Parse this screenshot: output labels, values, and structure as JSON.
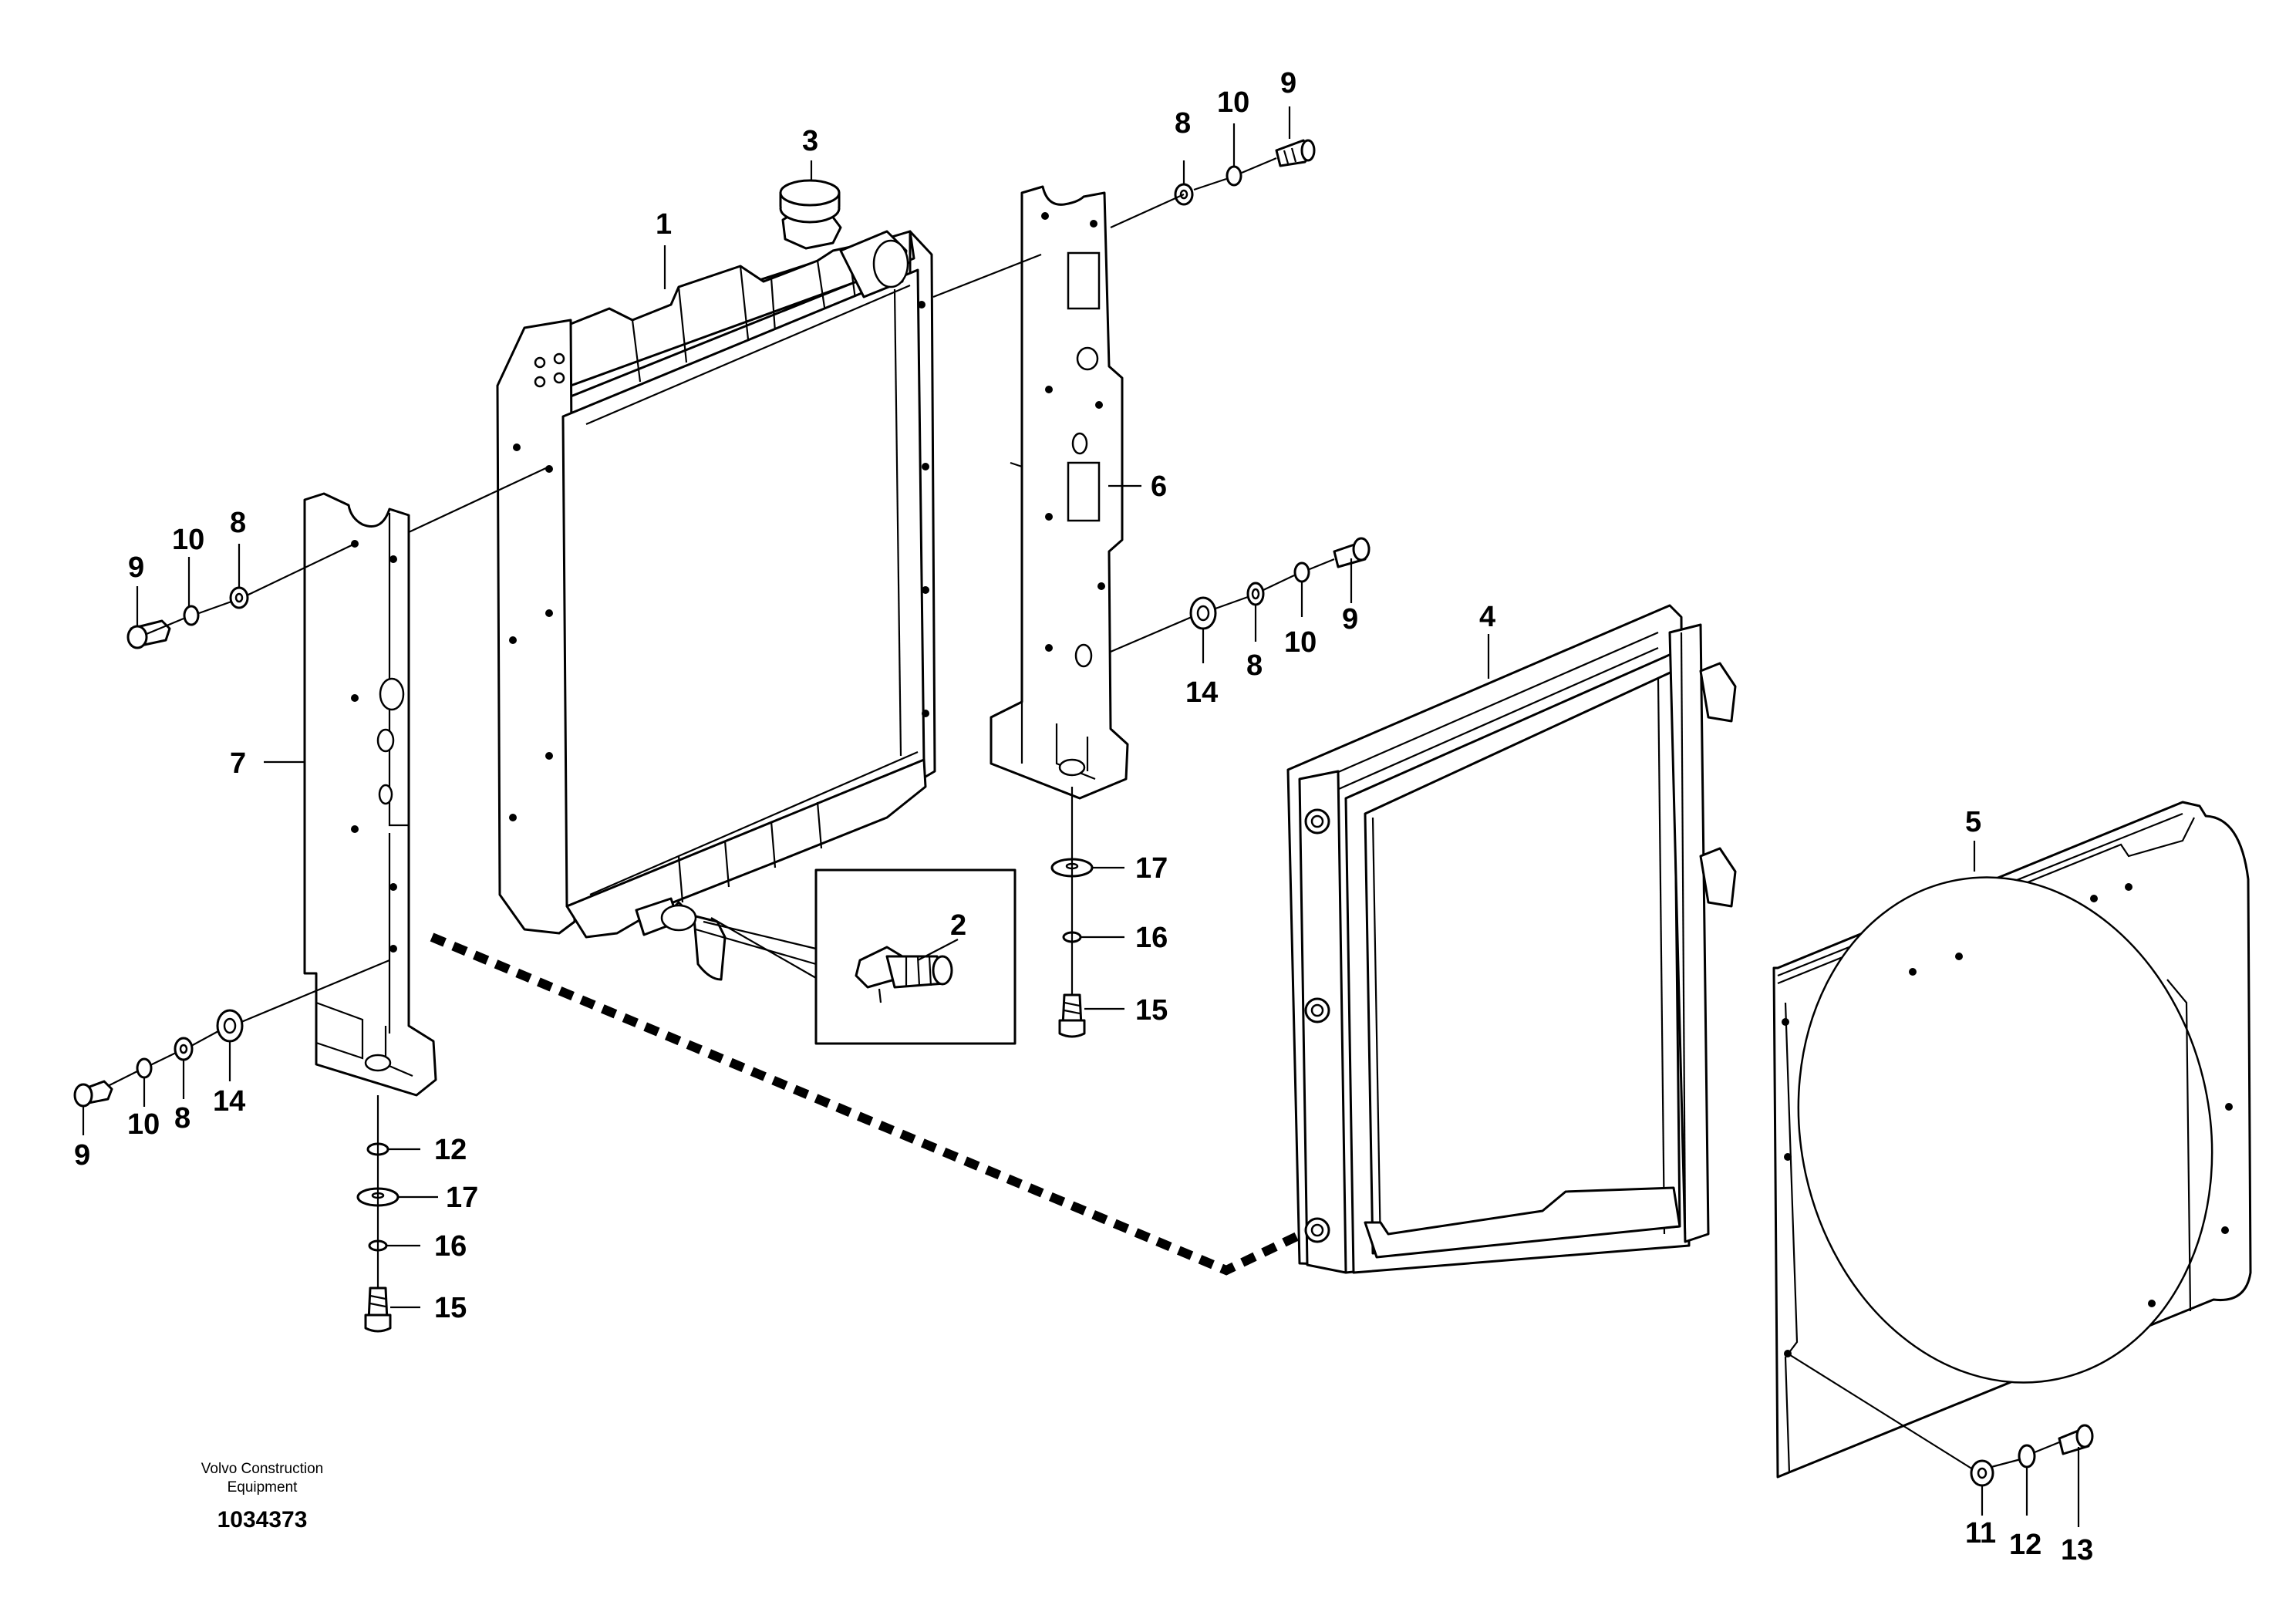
{
  "callouts": {
    "c1": "1",
    "c2": "2",
    "c3": "3",
    "c4": "4",
    "c5": "5",
    "c6": "6",
    "c7": "7",
    "c8a": "8",
    "c10a": "10",
    "c9a": "9",
    "c9b": "9",
    "c10b": "10",
    "c8b": "8",
    "c14a": "14",
    "c8c": "8",
    "c10c": "10",
    "c9c": "9",
    "c17a": "17",
    "c16a": "16",
    "c15a": "15",
    "c9d": "9",
    "c10d": "10",
    "c8d": "8",
    "c14b": "14",
    "c12a": "12",
    "c17b": "17",
    "c16b": "16",
    "c15b": "15",
    "c11": "11",
    "c12b": "12",
    "c13": "13"
  },
  "footer": {
    "company_line1": "Volvo Construction",
    "company_line2": "Equipment",
    "document_number": "1034373"
  },
  "colors": {
    "line": "#000000",
    "background": "#ffffff"
  }
}
